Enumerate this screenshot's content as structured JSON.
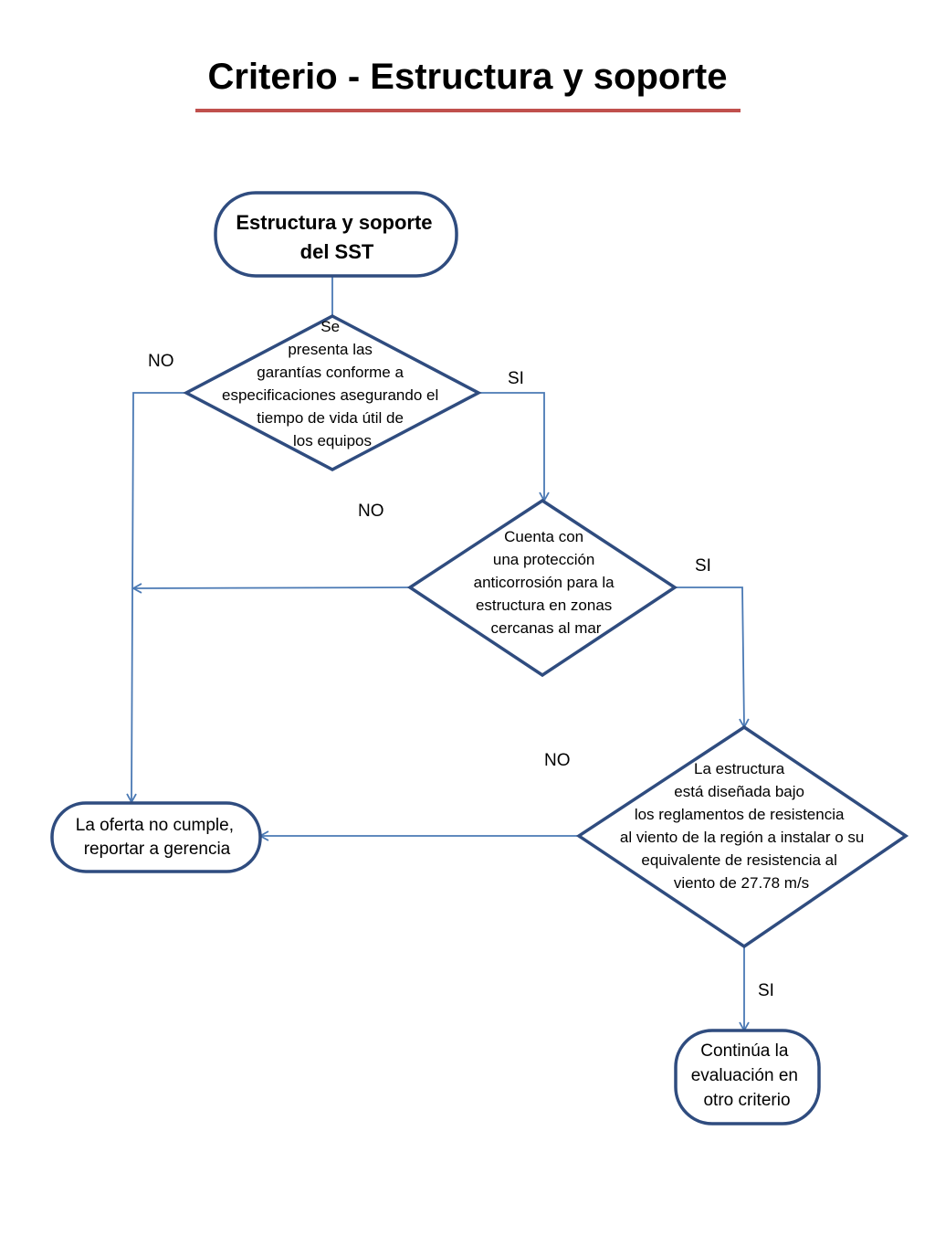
{
  "title": "Criterio - Estructura y soporte",
  "colors": {
    "node_stroke": "#2f4c7f",
    "connector": "#4a79b4",
    "title_underline": "#c0504d"
  },
  "nodes": {
    "start": {
      "lines": [
        "Estructura y soporte",
        "del SST"
      ]
    },
    "decision1": {
      "lines": [
        "Se",
        "presenta las",
        "garantías conforme a",
        "especificaciones asegurando el",
        "tiempo de vida útil de",
        "los equipos"
      ]
    },
    "decision2": {
      "lines": [
        "Cuenta con",
        "una protección",
        "anticorrosión para la",
        "estructura en zonas",
        "cercanas al mar"
      ]
    },
    "decision3": {
      "lines": [
        "La estructura",
        "está diseñada bajo",
        "los reglamentos  de resistencia",
        "al viento de la región a instalar o su",
        "equivalente de resistencia al",
        "viento de 27.78 m/s"
      ]
    },
    "reject": {
      "lines": [
        "La oferta no cumple,",
        "reportar a gerencia"
      ]
    },
    "continue": {
      "lines": [
        "Continúa la",
        "evaluación en",
        "otro criterio"
      ]
    }
  },
  "edge_labels": {
    "d1_no": "NO",
    "d1_si": "SI",
    "d2_no": "NO",
    "d2_si": "SI",
    "d3_no": "NO",
    "d3_si": "SI"
  }
}
